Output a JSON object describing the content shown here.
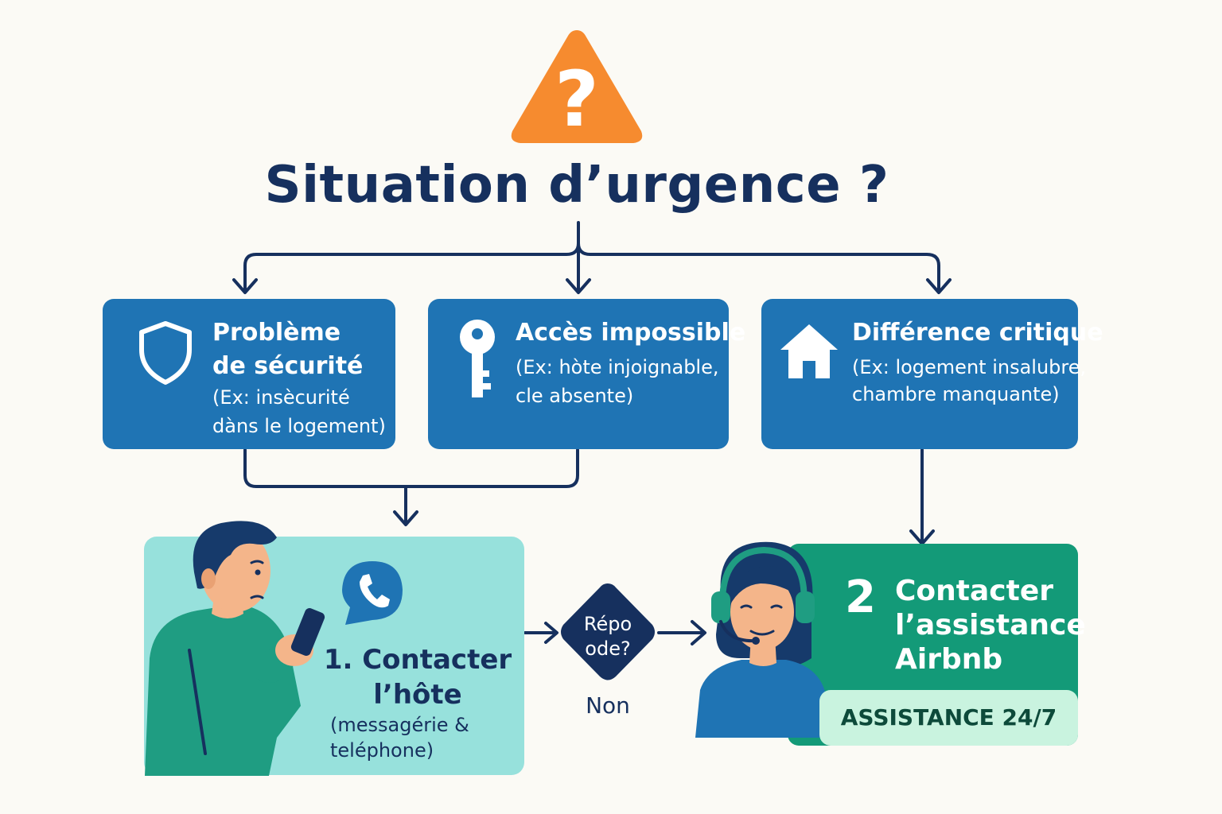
{
  "title": "Situation d’urgence ?",
  "categories": [
    {
      "title_lines": [
        "Problème",
        "de sécurité"
      ],
      "sub_lines": [
        "(Ex: insècurité",
        "dàns le logement)"
      ],
      "icon": "shield-icon"
    },
    {
      "title_lines": [
        "Accès impossible"
      ],
      "sub_lines": [
        "(Ex: hòte injoignable,",
        "cle absente)"
      ],
      "icon": "key-icon"
    },
    {
      "title_lines": [
        "Différence critique"
      ],
      "sub_lines": [
        "(Ex: logement insalubre,",
        "chambre manquante)"
      ],
      "icon": "house-icon"
    }
  ],
  "step1": {
    "title_lines": [
      "1. Contacter",
      "l’hôte"
    ],
    "sub_lines": [
      "(messagérie &",
      "teléphone)"
    ],
    "icon": "phone-icon"
  },
  "decision": {
    "label_lines": [
      "Répo",
      "ode?"
    ],
    "no_label": "Non"
  },
  "step2": {
    "number": "2",
    "title_lines": [
      "Contacter",
      "l’assistance",
      "Airbnb"
    ],
    "badge": "ASSISTANCE 24/7"
  },
  "colors": {
    "navy": "#16305e",
    "category_blue": "#1f74b4",
    "warning_orange": "#f68b2f",
    "host_teal": "#97e1dc",
    "support_green": "#139a78",
    "badge_mint": "#c9f3df"
  }
}
